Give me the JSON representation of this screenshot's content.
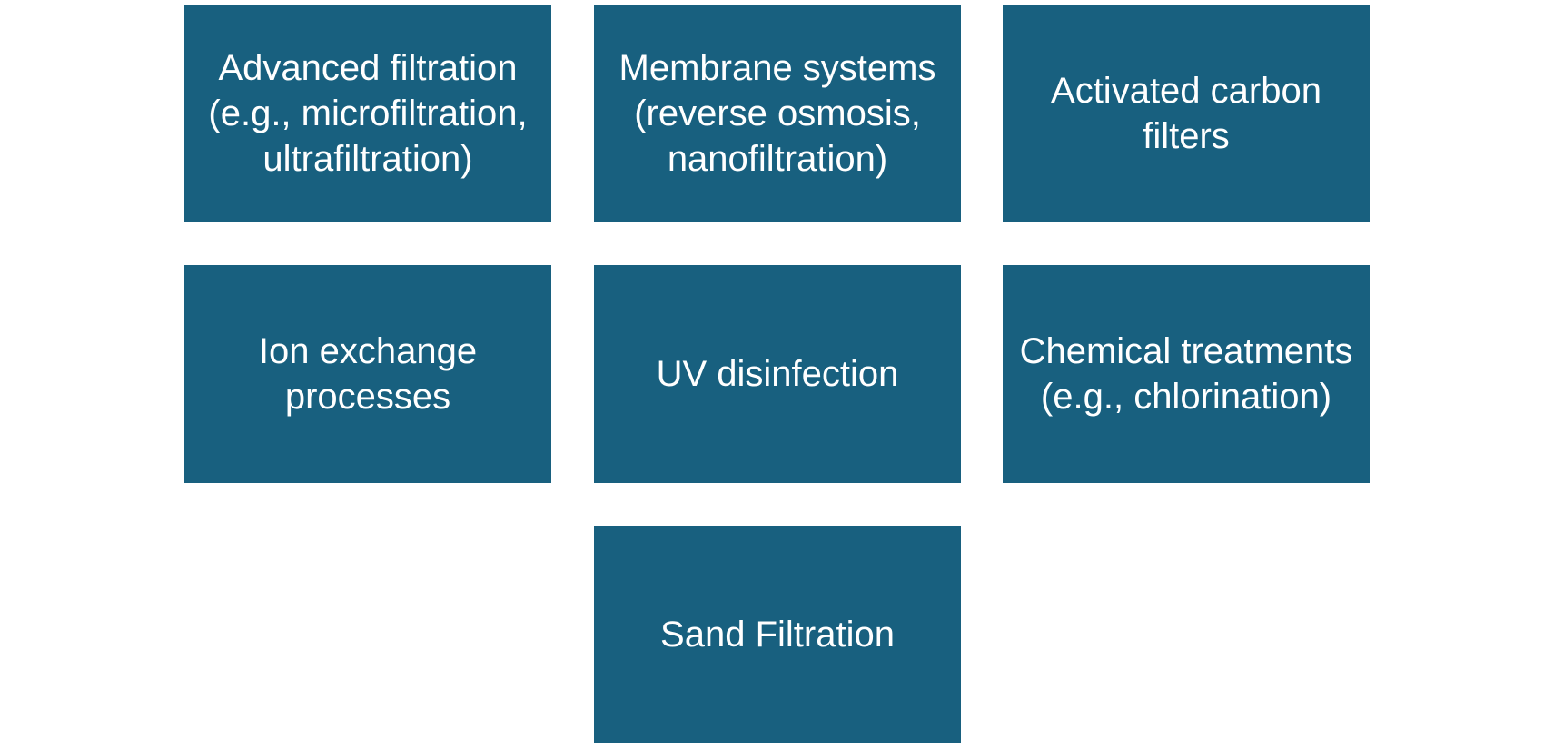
{
  "colors": {
    "box_fill": "#18607f",
    "box_text": "#ffffff",
    "background": "#ffffff"
  },
  "boxes": [
    {
      "label": "Advanced filtration (e.g., microfiltration, ultrafiltration)"
    },
    {
      "label": "Membrane systems (reverse osmosis, nanofiltration)"
    },
    {
      "label": "Activated carbon filters"
    },
    {
      "label": "Ion exchange processes"
    },
    {
      "label": "UV disinfection"
    },
    {
      "label": "Chemical treatments (e.g., chlorination)"
    },
    {
      "label": "Sand Filtration"
    }
  ]
}
